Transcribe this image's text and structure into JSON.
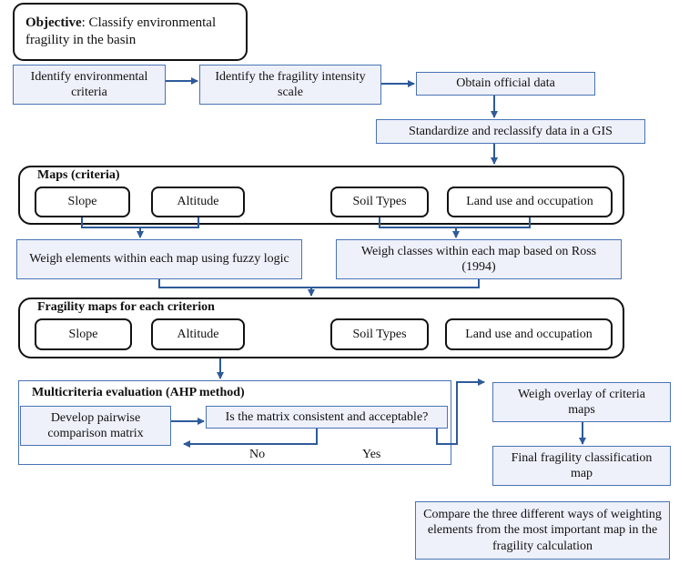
{
  "objective": {
    "bold": "Objective",
    "text": ": Classify environmental fragility in the basin"
  },
  "step_identify_criteria": "Identify environmental criteria",
  "step_identify_scale": "Identify the fragility intensity scale",
  "step_obtain_data": "Obtain official data",
  "step_standardize": "Standardize and reclassify data in a GIS",
  "maps_section": {
    "title": "Maps (criteria)",
    "items": [
      "Slope",
      "Altitude",
      "Soil Types",
      "Land use and occupation"
    ]
  },
  "weigh_fuzzy": "Weigh elements within each map using fuzzy logic",
  "weigh_ross": "Weigh classes within each map based on Ross (1994)",
  "fragility_section": {
    "title": "Fragility maps for each criterion",
    "items": [
      "Slope",
      "Altitude",
      "Soil Types",
      "Land use and occupation"
    ]
  },
  "mce_section": {
    "title": "Multicriteria evaluation (AHP method)",
    "pairwise": "Develop pairwise comparison matrix",
    "consistent": "Is the matrix consistent and acceptable?",
    "no_label": "No",
    "yes_label": "Yes"
  },
  "weigh_overlay": "Weigh overlay of criteria maps",
  "final_map": "Final fragility classification map",
  "compare": "Compare the three different ways of weighting elements from the most important map in the fragility calculation",
  "colors": {
    "accent_border": "#4a73b5",
    "box_fill": "#eef1fa",
    "outline": "#111111"
  }
}
